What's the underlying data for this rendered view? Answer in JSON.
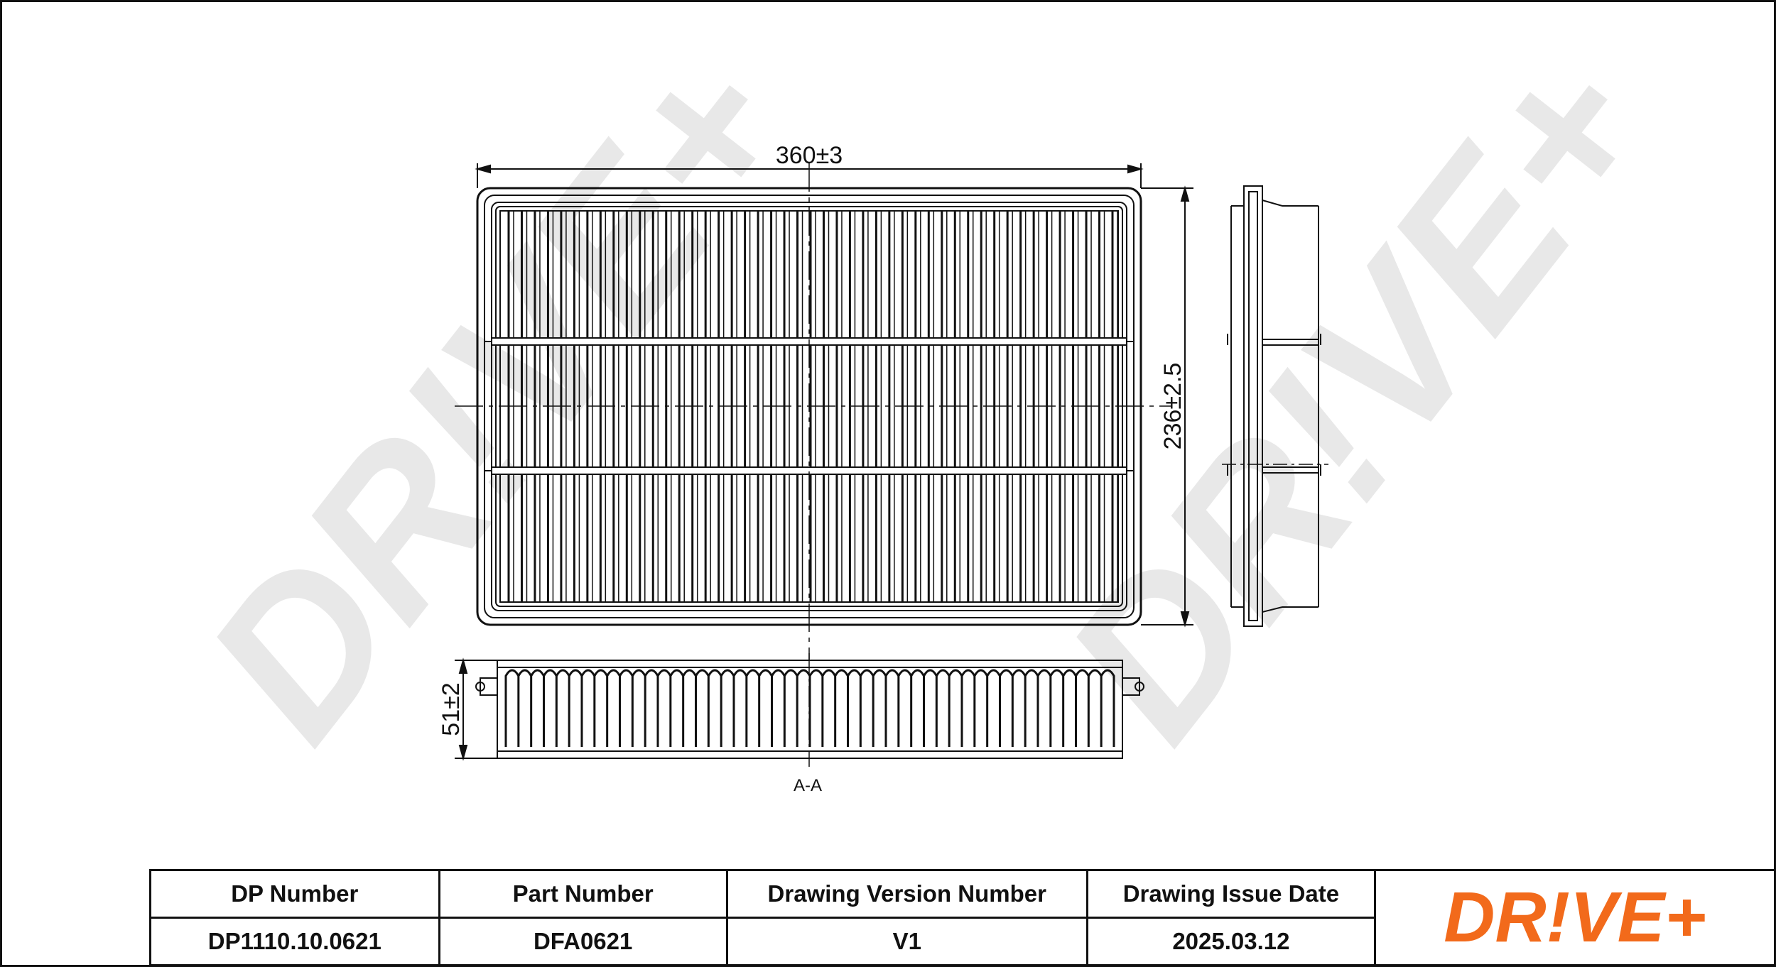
{
  "drawing": {
    "dim_width": "360±3",
    "dim_height": "236±2.5",
    "dim_depth": "51±2",
    "section_label": "A-A"
  },
  "title_block": {
    "headers": [
      "DP Number",
      "Part Number",
      "Drawing Version Number",
      "Drawing Issue Date"
    ],
    "values": [
      "DP1110.10.0621",
      "DFA0621",
      "V1",
      "2025.03.12"
    ]
  },
  "brand": {
    "logo_text": "DR!VE+",
    "watermark_text": "DR!VE+",
    "accent_color": "#f26a1b",
    "watermark_color": "#e6e6e6"
  }
}
